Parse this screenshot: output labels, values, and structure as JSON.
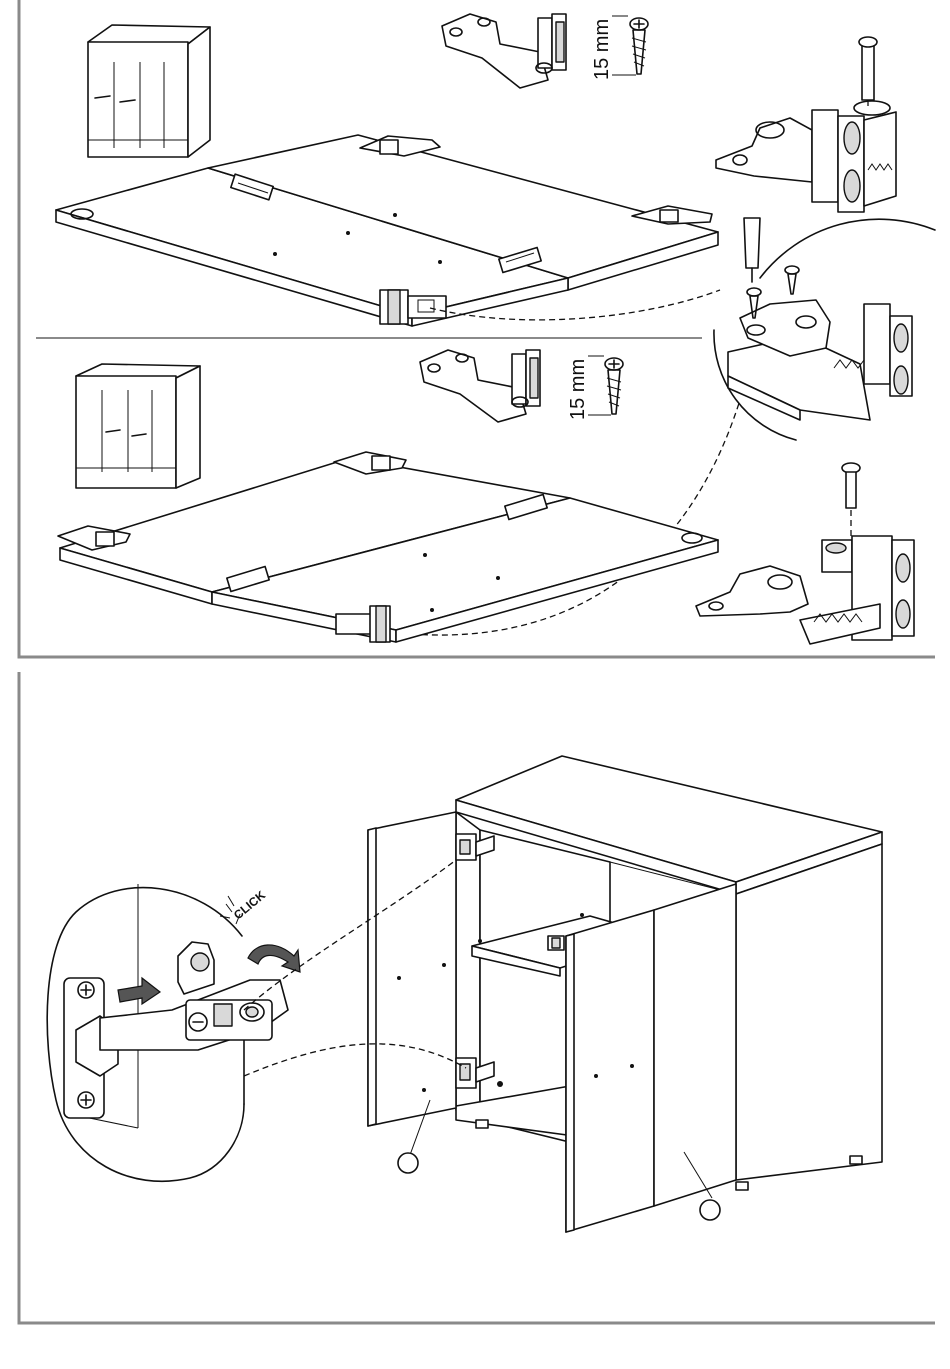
{
  "manual": {
    "screw_length_top": "15 mm",
    "screw_length_bottom": "15 mm",
    "click_label": "CLICK"
  }
}
